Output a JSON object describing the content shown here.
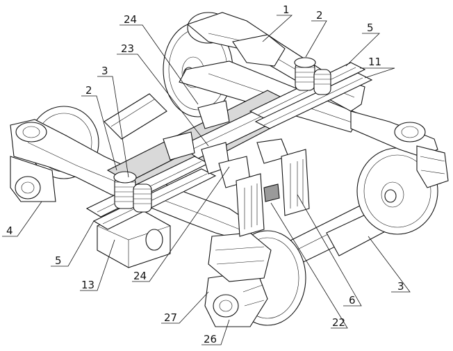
{
  "labels": {
    "l1": "1",
    "l2a": "2",
    "l2b": "2",
    "l3a": "3",
    "l3b": "3",
    "l4": "4",
    "l5a": "5",
    "l5b": "5",
    "l6": "6",
    "l11": "11",
    "l13": "13",
    "l22": "22",
    "l23": "23",
    "l24a": "24",
    "l24b": "24",
    "l26": "26",
    "l27": "27"
  }
}
